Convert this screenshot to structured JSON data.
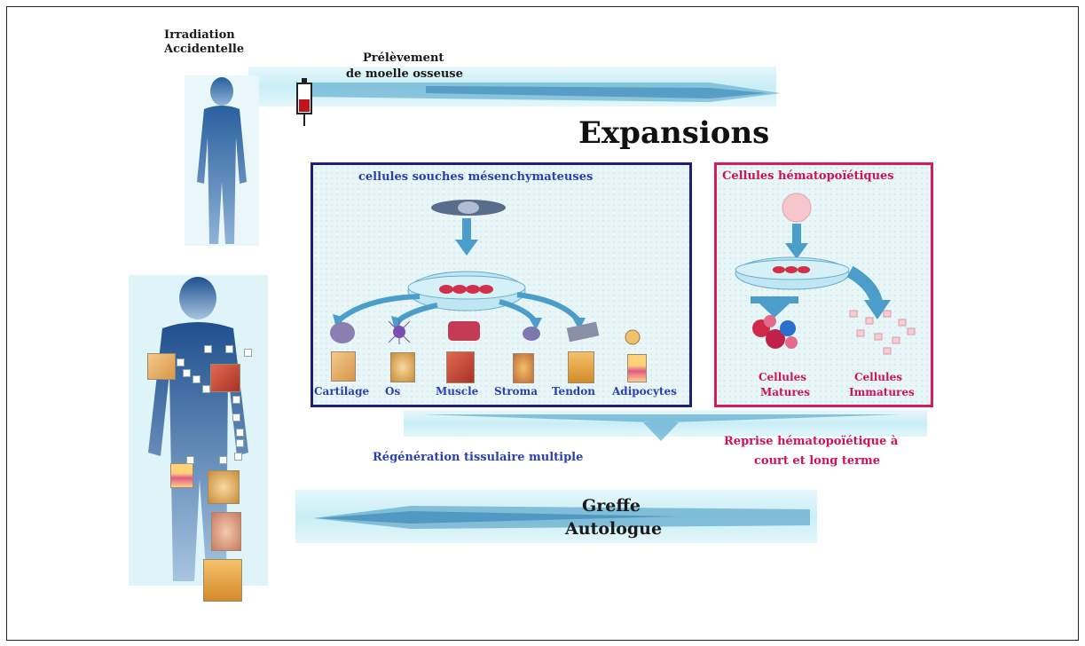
{
  "labels": {
    "irradiation_line1": "Irradiation",
    "irradiation_line2": "Accidentelle",
    "prelevement_line1": "Prélèvement",
    "prelevement_line2": "de moelle osseuse",
    "expansions": "Expansions",
    "msc_title": "cellules  souches mésenchymateuses",
    "hema_title": "Cellules hématopoïétiques",
    "cellules_matures_line1": "Cellules",
    "cellules_matures_line2": "Matures",
    "cellules_immatures_line1": "Cellules",
    "cellules_immatures_line2": "Immatures",
    "regeneration": "Régénération tissulaire multiple",
    "reprise_line1": "Reprise hématopoïétique à",
    "reprise_line2": "court et long terme",
    "greffe_line1": "Greffe",
    "greffe_line2": "Autologue"
  },
  "tissues": [
    "Cartilage",
    "Os",
    "Muscle",
    "Stroma",
    "Tendon",
    "Adipocytes"
  ],
  "colors": {
    "msc_border": "#1d1f7a",
    "hema_border": "#d81b60",
    "blue_text": "#2b3fb0",
    "red_text": "#d0115a",
    "arrow": "#4a9ec9"
  }
}
